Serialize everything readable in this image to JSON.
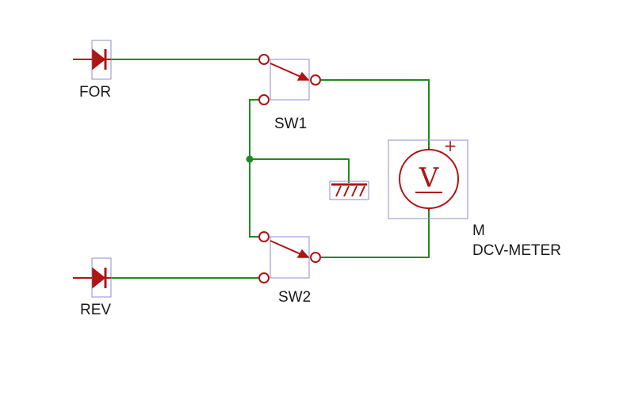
{
  "components": {
    "led_for": {
      "label": "FOR"
    },
    "led_rev": {
      "label": "REV"
    },
    "sw1": {
      "label": "SW1"
    },
    "sw2": {
      "label": "SW2"
    },
    "meter": {
      "ref": "M",
      "type": "DCV-METER",
      "symbol": "V",
      "polarity": "+"
    }
  },
  "colors": {
    "wire": "#1f8a1f",
    "component": "#b01414",
    "bounding_box": "#8c8cd2",
    "background": "#ffffff"
  }
}
